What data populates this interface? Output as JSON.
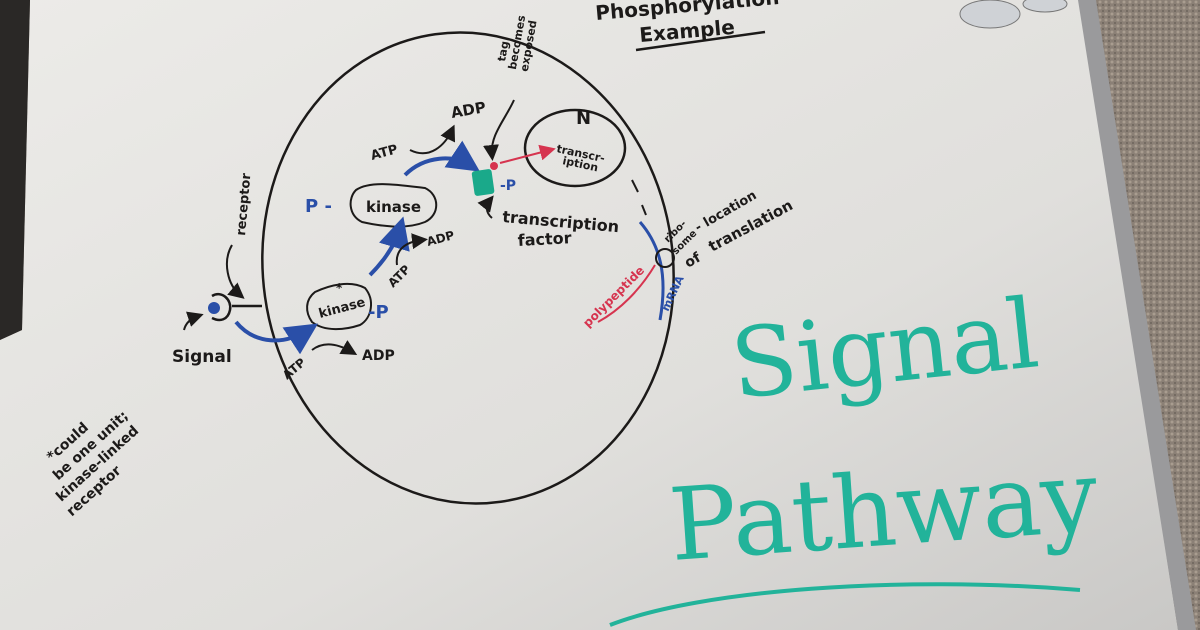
{
  "colors": {
    "black_ink": "#1c1a19",
    "blue_ink": "#2a4fa8",
    "red_ink": "#d6344f",
    "green_ink": "#22b39a",
    "board": "#e6e5e2"
  },
  "header": {
    "title_line1": "Phosphorylation",
    "title_line2": "Example"
  },
  "cell": {
    "tag_note": [
      "tag",
      "becomes",
      "exposed"
    ],
    "atp_top": "ATP",
    "adp_top": "ADP",
    "nucleus_label": "N",
    "transcription_in_nucleus": [
      "transcr-",
      "iption"
    ],
    "phosphate_tf": "-P",
    "transcription_factor": [
      "transcription",
      "factor"
    ],
    "phosphate_kinase_upper": "P -",
    "kinase_upper": "kinase",
    "adp_mid": "ADP",
    "atp_mid": "ATP",
    "kinase_lower": "kinase",
    "kinase_lower_star": "*",
    "phosphate_kinase_lower": "-P",
    "atp_low": "ATP",
    "adp_low": "ADP",
    "ribosome_note": [
      "ribo-",
      "some",
      "- location",
      "of",
      "translation"
    ],
    "polypeptide": "polypeptide",
    "mrna": "mRNA"
  },
  "outside": {
    "receptor": "receptor",
    "signal": "Signal",
    "footnote": [
      "*could",
      "be one unit;",
      "kinase-linked",
      "receptor"
    ]
  },
  "big_title": {
    "line1": "Signal",
    "line2": "Pathway"
  }
}
